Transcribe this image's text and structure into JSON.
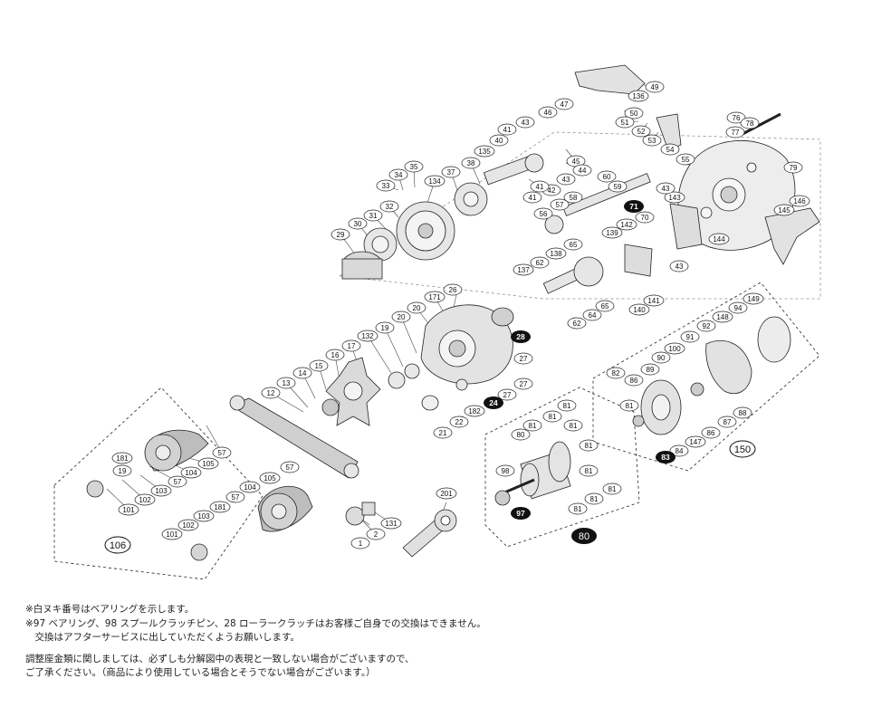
{
  "parts": {
    "filled_labels": [
      "71",
      "28",
      "24",
      "83",
      "97"
    ],
    "outline_labels": [
      "1",
      "2",
      "12",
      "13",
      "14",
      "15",
      "16",
      "17",
      "19",
      "20",
      "21",
      "22",
      "26",
      "27",
      "29",
      "30",
      "31",
      "32",
      "33",
      "34",
      "35",
      "37",
      "38",
      "40",
      "41",
      "42",
      "43",
      "44",
      "45",
      "46",
      "47",
      "49",
      "50",
      "51",
      "52",
      "53",
      "54",
      "55",
      "56",
      "57",
      "58",
      "59",
      "60",
      "62",
      "64",
      "65",
      "70",
      "76",
      "77",
      "78",
      "79",
      "81",
      "82",
      "84",
      "86",
      "87",
      "88",
      "89",
      "90",
      "91",
      "92",
      "94",
      "98",
      "100",
      "101",
      "102",
      "103",
      "104",
      "105",
      "131",
      "132",
      "134",
      "135",
      "136",
      "137",
      "138",
      "139",
      "140",
      "141",
      "142",
      "143",
      "144",
      "145",
      "146",
      "147",
      "148",
      "149",
      "171",
      "181",
      "182",
      "201"
    ]
  },
  "assemblies": {
    "handle": "106",
    "spool": "80",
    "side_plate": "150"
  },
  "colors": {
    "ink": "#1a1a1a",
    "part_fill": "#d9d9d9",
    "filled_badge": "#111111"
  },
  "notes": {
    "line1": "※白ヌキ番号はベアリングを示します。",
    "line2": "※97 ベアリング、98 スプールクラッチピン、28 ローラークラッチはお客様ご自身での交換はできません。",
    "line3": "　交換はアフターサービスに出していただくようお願いします。",
    "line4": "調整座金類に関しましては、必ずしも分解図中の表現と一致しない場合がございますので、",
    "line5": "ご了承ください。（商品により使用している場合とそうでない場合がございます。）"
  }
}
